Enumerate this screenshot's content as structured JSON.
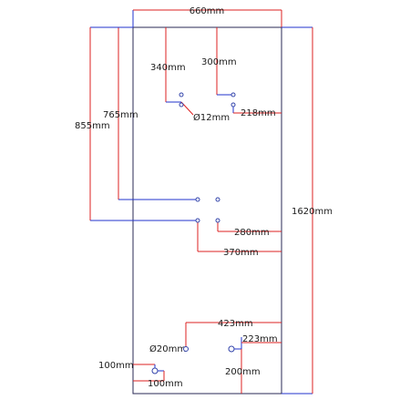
{
  "drawing": {
    "colors": {
      "outline": "#2a2a55",
      "blue_line": "#2233cc",
      "red_line": "#dd2222",
      "hole": "#3344aa"
    },
    "labels": {
      "width": "660mm",
      "height": "1620mm",
      "d340": "340mm",
      "d300": "300mm",
      "d765": "765mm",
      "d855": "855mm",
      "d218": "218mm",
      "dia12": "Ø12mm",
      "d280": "280mm",
      "d370": "370mm",
      "d423": "423mm",
      "d223": "223mm",
      "dia20": "Ø20mm",
      "d100_left": "100mm",
      "d100_bottom": "100mm",
      "d200": "200mm"
    }
  }
}
